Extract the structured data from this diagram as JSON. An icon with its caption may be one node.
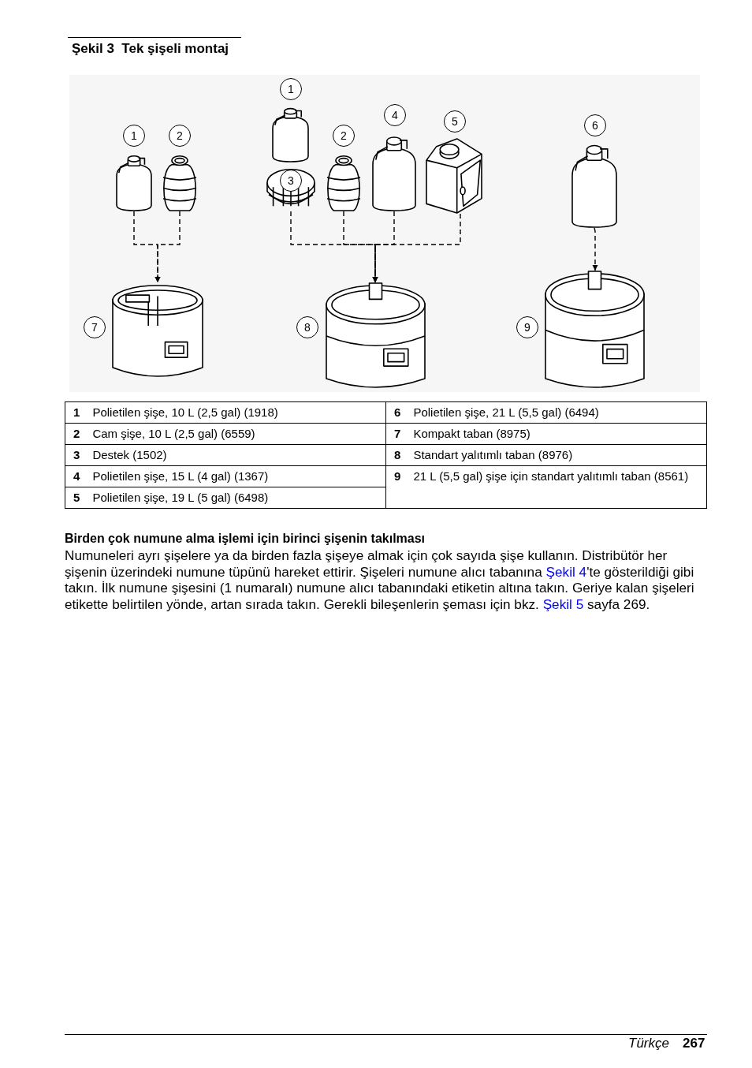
{
  "diagram": {
    "title": "Şekil 3  Tek şişeli montaj",
    "nodes": [
      {
        "text": [],
        "shape": "bottle"
      },
      {
        "text": [],
        "shape": "bottle"
      },
      {
        "text": [],
        "shape": "bottle"
      },
      {
        "text": [],
        "shape": "stand"
      },
      {
        "text": [],
        "shape": "bottle"
      },
      {
        "text": [],
        "shape": "bottle"
      },
      {
        "text": [],
        "shape": "canister"
      },
      {
        "text": [],
        "shape": "bottle"
      },
      {
        "text": [],
        "shape": "base"
      },
      {
        "text": [],
        "shape": "base"
      },
      {
        "text": [],
        "shape": "base"
      }
    ],
    "edges": [
      {
        "from": 0,
        "to": 8,
        "arrow": "to",
        "style": "dashed"
      },
      {
        "from": 1,
        "to": 8,
        "arrow": "to",
        "style": "dashed"
      },
      {
        "from": 3,
        "to": 9,
        "arrow": "to",
        "style": "dashed"
      },
      {
        "from": 4,
        "to": 9,
        "arrow": "to",
        "style": "dashed"
      },
      {
        "from": 5,
        "to": 9,
        "arrow": "to",
        "style": "dashed"
      },
      {
        "from": 6,
        "to": 9,
        "arrow": "to",
        "style": "dashed"
      },
      {
        "from": 7,
        "to": 10,
        "arrow": "to",
        "style": "dashed"
      }
    ],
    "labels": [
      "1",
      "2",
      "1",
      "3",
      "2",
      "4",
      "5",
      "6",
      "7",
      "8",
      "9",
      "1",
      "Polietilen şişe, 10 L (2,5 gal) (1918)",
      "6",
      "Polietilen şişe, 21 L (5,5 gal) (6494)",
      "2",
      "Cam şişe, 10 L (2,5 gal) (6559)",
      "7",
      "Kompakt taban (8975)",
      "3",
      "Destek (1502)",
      "8",
      "Standart yalıtımlı taban (8976)",
      "4",
      "Polietilen şişe, 15 L (4 gal) (1367)",
      "9",
      "21 L (5,5 gal) şişe için standart yalıtımlı taban (8561)",
      "5",
      "Polietilen şişe, 19 L (5 gal) (6498)",
      "Birden çok numune alma işlemi için birinci şişenin takılması",
      "Numuneleri ayrı şişelere ya da birden fazla şişeye almak için çok sayıda şişe kullanın. Distribütör her şişenin üzerindeki numune tüpünü hareket ettirir. Şişeleri numune alıcı tabanına",
      "Şekil 4",
      "'te gösterildiği gibi takın. İlk numune şişesini (1 numaralı) numune alıcı tabanındaki etiketin altına takın. Geriye kalan şişeleri etikette belirtilen yönde, artan sırada takın. Gerekli bileşenlerin şeması için bkz.",
      "Şekil 5",
      "sayfa 269.",
      "Türkçe",
      "267"
    ]
  }
}
